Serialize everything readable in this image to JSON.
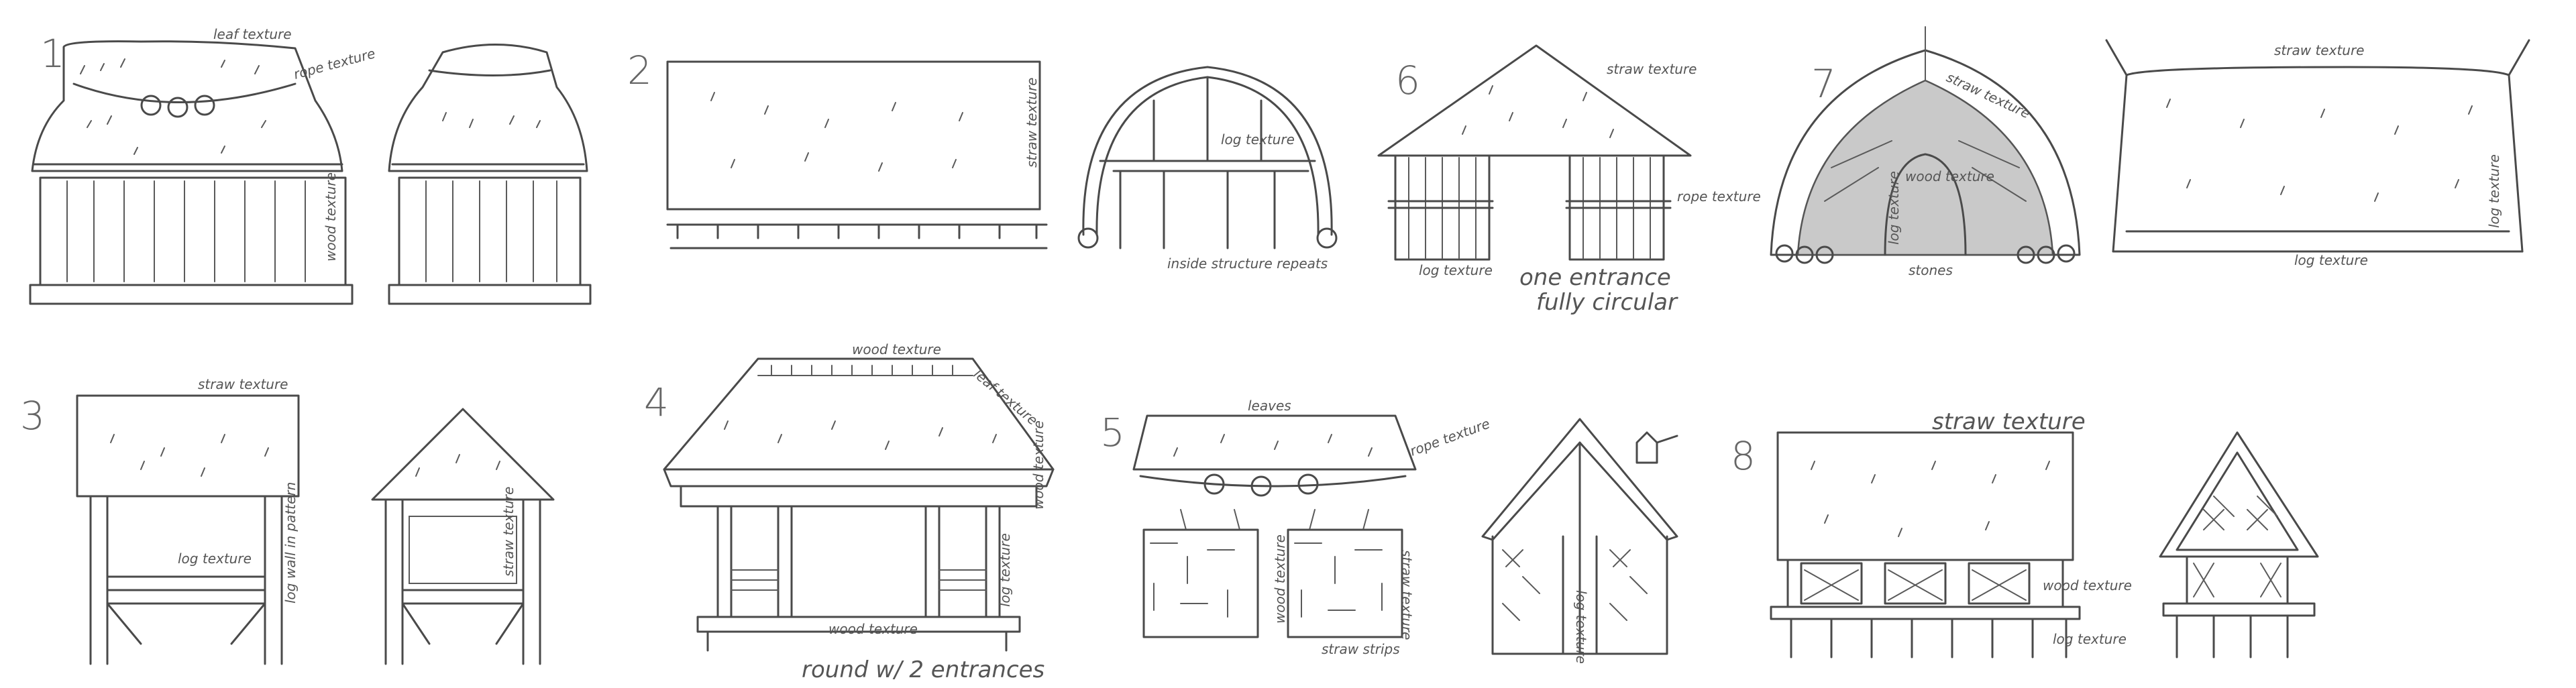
{
  "sketch": {
    "numbers": [
      "1",
      "2",
      "3",
      "4",
      "5",
      "6",
      "7",
      "8"
    ],
    "labels": {
      "h1_leaf": "leaf texture",
      "h1_rope": "rope texture",
      "h1_wood": "wood texture",
      "h2_straw": "straw texture",
      "h2_log": "log texture",
      "h2_inside": "inside structure repeats",
      "h6_straw": "straw texture",
      "h6_rope": "rope texture",
      "h6_log": "log texture",
      "h6_note1": "one entrance",
      "h6_note2": "fully circular",
      "h7_straw": "straw texture",
      "h7_wood": "wood texture",
      "h7_log": "log texture",
      "h7_stones": "stones",
      "h7b_straw": "straw texture",
      "h7b_log": "log texture",
      "h7b_log2": "log texture",
      "h3_straw": "straw texture",
      "h3_log": "log texture",
      "h3_pattern": "log wall in pattern",
      "h3_side": "straw texture",
      "h4_wood": "wood texture",
      "h4_leaf": "leaf texture",
      "h4_wood2": "wood texture",
      "h4_log": "log texture",
      "h4_bottom": "wood texture",
      "h4_note": "round w/ 2 entrances",
      "h5_leaves": "leaves",
      "h5_rope": "rope texture",
      "h5_straw": "straw texture",
      "h5_strips": "straw strips",
      "h5_wood": "wood texture",
      "h5_log": "log texture",
      "h8_straw": "straw texture",
      "h8_wood": "wood texture",
      "h8_log": "log texture"
    }
  }
}
